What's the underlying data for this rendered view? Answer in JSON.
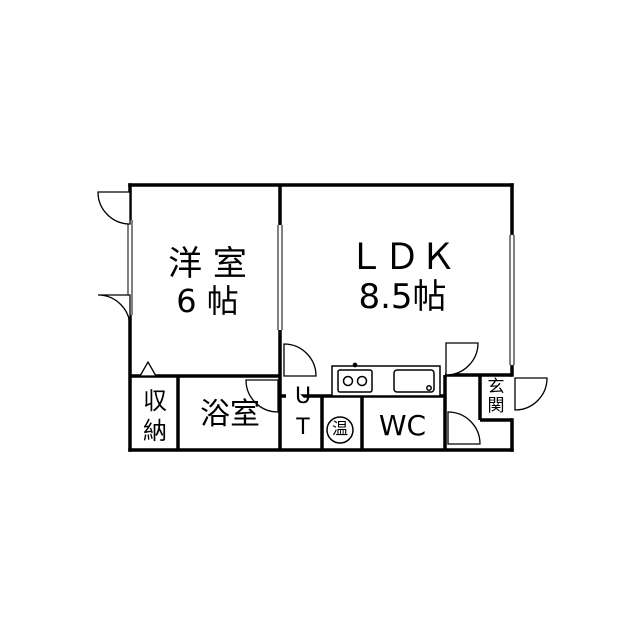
{
  "rooms": {
    "western": {
      "name": "洋 室",
      "size": "6 帖"
    },
    "ldk": {
      "name": "ＬＤＫ",
      "size": "8.5帖"
    },
    "storage": {
      "line1": "収",
      "line2": "納"
    },
    "bath": {
      "name": "浴室"
    },
    "utility": {
      "line1": "U",
      "line2": "T"
    },
    "water_heater": {
      "label": "温"
    },
    "toilet": {
      "name": "WC"
    },
    "entrance": {
      "line1": "玄",
      "line2": "関"
    }
  },
  "colors": {
    "wall": "#000000",
    "background": "#ffffff"
  }
}
